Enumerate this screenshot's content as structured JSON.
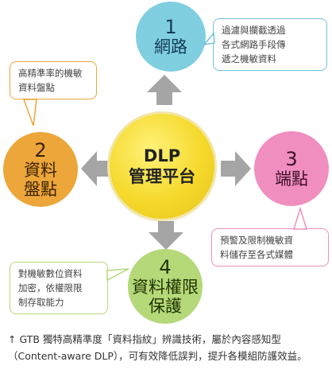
{
  "center": {
    "line1": "DLP",
    "line2": "管理平台"
  },
  "nodes": [
    {
      "num": "1",
      "label": "網路"
    },
    {
      "num": "2",
      "label1": "資料",
      "label2": "盤點"
    },
    {
      "num": "3",
      "label": "端點"
    },
    {
      "num": "4",
      "label1": "資料權限",
      "label2": "保護"
    }
  ],
  "callouts": [
    {
      "line1": "過濾與攔截透過",
      "line2": "各式網路手段傳",
      "line3": "遞之機敏資料"
    },
    {
      "line1": "高精準率的機敏",
      "line2": "資料盤點"
    },
    {
      "line1": "預警及限制機敏資",
      "line2": "料儲存至各式媒體"
    },
    {
      "line1": "對機敏數位資料",
      "line2": "加密，依權限限",
      "line3": "制存取能力"
    }
  ],
  "caption": "↑ GTB 獨特高精準度「資料指紋」辨識技術，屬於內容感知型（Content-aware DLP），可有效降低誤判，提升各模組防護效益。",
  "colors": {
    "arrow": "#a5a5a5",
    "node1": "#7fcfe0",
    "node2": "#eda63a",
    "node3": "#f08ec0",
    "node4": "#b5d879",
    "center": "#f5d92b"
  }
}
